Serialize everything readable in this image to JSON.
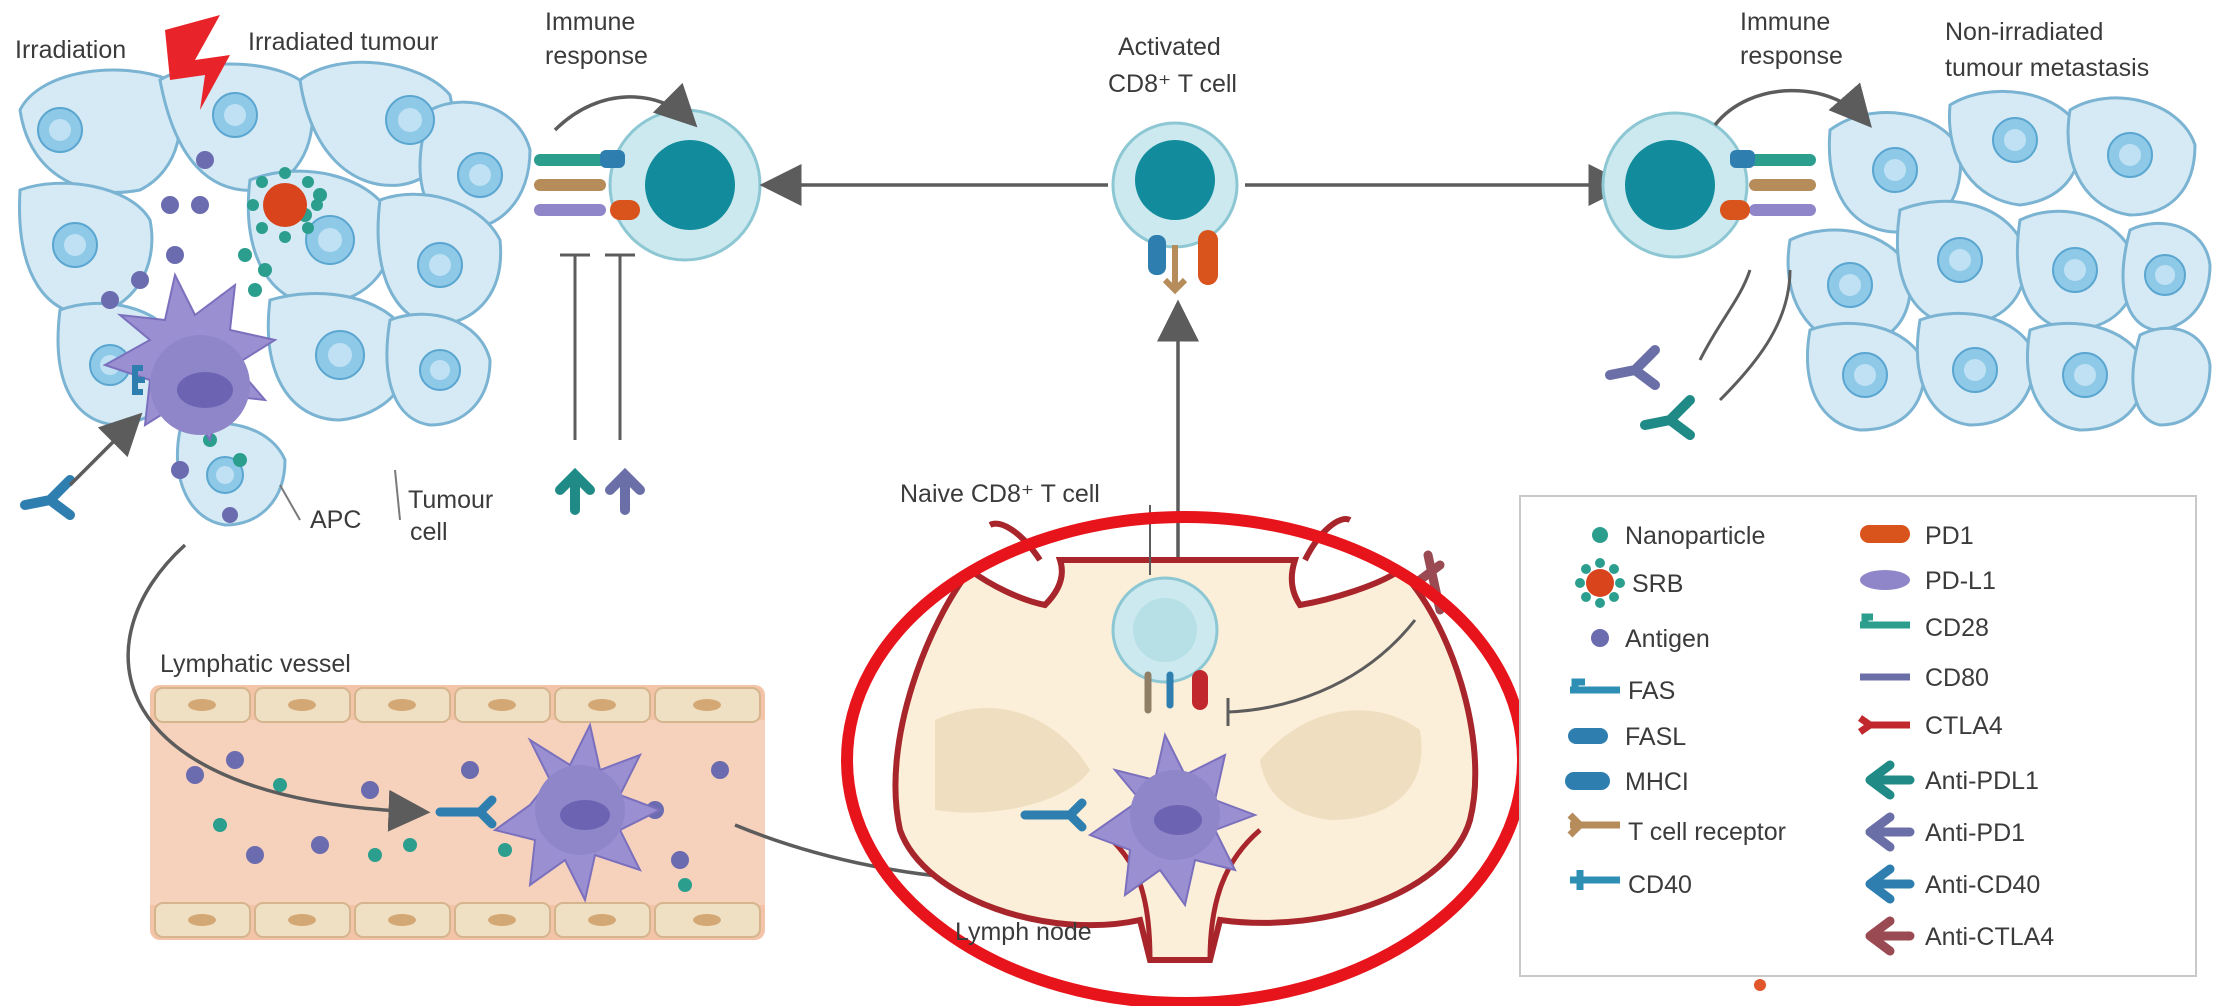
{
  "labels": {
    "irradiation": "Irradiation",
    "irradiated_tumour": "Irradiated tumour",
    "immune_response_left_1": "Immune",
    "immune_response_left_2": "response",
    "activated_1": "Activated",
    "activated_2": "CD8⁺ T cell",
    "immune_response_right_1": "Immune",
    "immune_response_right_2": "response",
    "non_irradiated_1": "Non-irradiated",
    "non_irradiated_2": "tumour metastasis",
    "apc": "APC",
    "tumour_cell_1": "Tumour",
    "tumour_cell_2": "cell",
    "naive": "Naive CD8⁺ T cell",
    "lymphatic_vessel": "Lymphatic vessel",
    "lymph_node": "Lymph node"
  },
  "legend": {
    "left": [
      {
        "label": "Nanoparticle",
        "icon": "nanoparticle-icon"
      },
      {
        "label": "SRB",
        "icon": "srb-icon"
      },
      {
        "label": "Antigen",
        "icon": "antigen-icon"
      },
      {
        "label": "FAS",
        "icon": "fas-icon"
      },
      {
        "label": "FASL",
        "icon": "fasl-icon"
      },
      {
        "label": "MHCI",
        "icon": "mhci-icon"
      },
      {
        "label": "T cell receptor",
        "icon": "tcr-icon"
      },
      {
        "label": "CD40",
        "icon": "cd40-icon"
      }
    ],
    "right": [
      {
        "label": "PD1",
        "icon": "pd1-icon"
      },
      {
        "label": "PD-L1",
        "icon": "pdl1-icon"
      },
      {
        "label": "CD28",
        "icon": "cd28-icon"
      },
      {
        "label": "CD80",
        "icon": "cd80-icon"
      },
      {
        "label": "CTLA4",
        "icon": "ctla4-icon"
      },
      {
        "label": "Anti-PDL1",
        "icon": "anti-pdl1-icon"
      },
      {
        "label": "Anti-PD1",
        "icon": "anti-pd1-icon"
      },
      {
        "label": "Anti-CD40",
        "icon": "anti-cd40-icon"
      },
      {
        "label": "Anti-CTLA4",
        "icon": "anti-ctla4-icon"
      }
    ]
  },
  "colors": {
    "highlight_ellipse": "#e8141b",
    "lightning": "#e8242a",
    "tumour_cell_fill": "#d5eaf4",
    "tcell_core": "#128c9c",
    "apc": "#8f86c9",
    "nanoparticle": "#2b9e8e",
    "antigen": "#6b6bb0",
    "vessel": "#f4c4a8",
    "lymph_node_border": "#a8262b",
    "anti_pdl1": "#1f8a86",
    "anti_pd1": "#6b6fa8",
    "anti_cd40": "#2e7fb0",
    "anti_ctla4": "#9a4a52"
  }
}
